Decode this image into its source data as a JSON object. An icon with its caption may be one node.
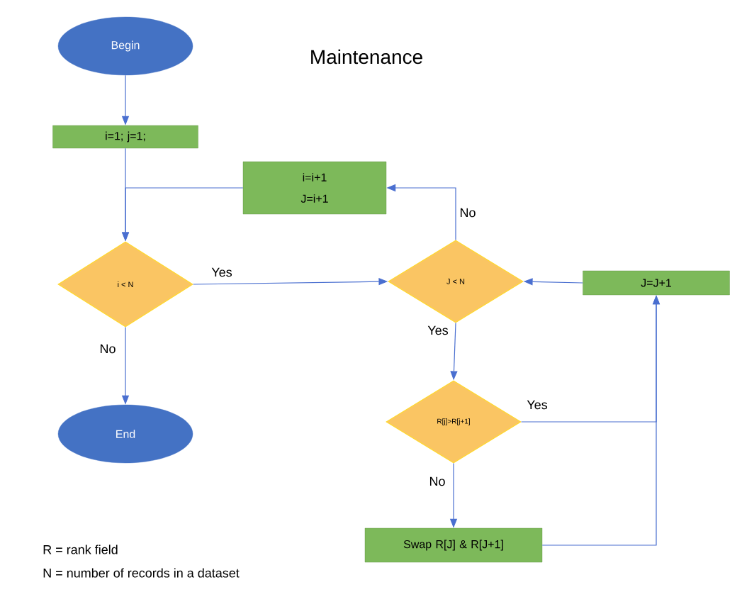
{
  "diagram": {
    "title": "Maintenance",
    "nodes": [
      {
        "text": [
          "Begin"
        ]
      },
      {
        "text": [
          "i=1;  j=1;"
        ]
      },
      {
        "text": [
          "i=i+1 J=i+1"
        ]
      },
      {
        "text": [
          "i < N"
        ]
      },
      {
        "text": [
          "J < N"
        ]
      },
      {
        "text": [
          "J=J+1"
        ]
      },
      {
        "text": [
          "R[j]>R[j+1]"
        ]
      },
      {
        "text": [
          "End"
        ]
      },
      {
        "text": [
          "Swap R[J] & R[J+1]"
        ]
      }
    ],
    "edges": [
      {
        "from": 0,
        "to": 1,
        "arrow": "to"
      },
      {
        "from": 1,
        "to": 3,
        "arrow": "to"
      },
      {
        "from": 2,
        "to": 3,
        "arrow": "to"
      },
      {
        "from": 3,
        "to": 4,
        "arrow": "to",
        "label": "Yes"
      },
      {
        "from": 3,
        "to": 7,
        "arrow": "to",
        "label": "No"
      },
      {
        "from": 4,
        "to": 2,
        "arrow": "to",
        "label": "No"
      },
      {
        "from": 4,
        "to": 6,
        "arrow": "to",
        "label": "Yes"
      },
      {
        "from": 5,
        "to": 4,
        "arrow": "to"
      },
      {
        "from": 6,
        "to": 5,
        "arrow": "to",
        "label": "Yes"
      },
      {
        "from": 6,
        "to": 8,
        "arrow": "to",
        "label": "No"
      },
      {
        "from": 8,
        "to": 5,
        "arrow": "to"
      }
    ],
    "labels": [
      "R = rank field",
      "N = number of records in a dataset"
    ]
  }
}
